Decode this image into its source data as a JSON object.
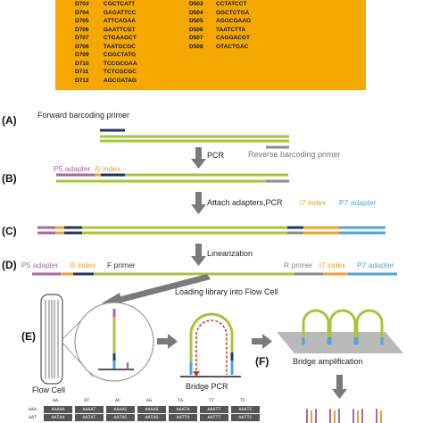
{
  "index_table": {
    "rows": [
      {
        "a": "D703",
        "b": "CGCTCATT",
        "c": "D503",
        "d": "CCTATCCT"
      },
      {
        "a": "D704",
        "b": "GAGATTCC",
        "c": "D504",
        "d": "GGCTCTGA"
      },
      {
        "a": "D705",
        "b": "ATTCAGAA",
        "c": "D505",
        "d": "AGGCGAAG"
      },
      {
        "a": "D706",
        "b": "GAATTCGT",
        "c": "D506",
        "d": "TAATCTTA"
      },
      {
        "a": "D707",
        "b": "CTGAAGCT",
        "c": "D507",
        "d": "CAGGACGT"
      },
      {
        "a": "D708",
        "b": "TAATGCGC",
        "c": "D508",
        "d": "GTACTGAC"
      },
      {
        "a": "D709",
        "b": "CGGCTATG",
        "c": "",
        "d": ""
      },
      {
        "a": "D710",
        "b": "TCCGCGAA",
        "c": "",
        "d": ""
      },
      {
        "a": "D711",
        "b": "TCTCGCGC",
        "c": "",
        "d": ""
      },
      {
        "a": "D712",
        "b": "AGCGATAG",
        "c": "",
        "d": ""
      }
    ]
  },
  "steps": {
    "a": "(A)",
    "b": "(B)",
    "c": "(C)",
    "d": "(D)",
    "e": "(E)",
    "f": "(F)"
  },
  "labels": {
    "forward_primer": "Forward barcoding primer",
    "reverse_primer": "Reverse barcoding primer",
    "pcr": "PCR",
    "p5_adapter": "P5 adapter",
    "i5_index": "i5 index",
    "attach": "Attach adapters,PCR",
    "i7_index": "i7 index",
    "p7_adapter": "P7 adapter",
    "linearization": "Linearization",
    "f_primer": "F primer",
    "r_primer": "R primer",
    "loading": "Loading library into Flow Cell",
    "flow_cell": "Flow Cell",
    "bridge_pcr": "Bridge PCR",
    "bridge_amp": "Bridge amplification"
  },
  "bottom_table": {
    "header": [
      "AA",
      "AT",
      "AC",
      "AG",
      "TA",
      "TT",
      "TC"
    ],
    "rows": [
      {
        "head": "AAA",
        "cells": [
          "AAAAA",
          "AAAAT",
          "AAAAC",
          "AAAAG",
          "AAATA",
          "AAATT",
          "AAATC"
        ]
      },
      {
        "head": "AAT",
        "cells": [
          "AATAA",
          "AATAT",
          "AATAC",
          "AATAG",
          "AATTA",
          "AATTT",
          "AATTC"
        ]
      }
    ]
  },
  "colors": {
    "green": "#a8c43c",
    "navy": "#1f3864",
    "gray": "#8c8c8c",
    "purple": "#a66aa8",
    "orange": "#f0a030",
    "blue": "#4ea6dc",
    "arrow": "#7a7a7a",
    "table_bg": "#f5a800"
  }
}
